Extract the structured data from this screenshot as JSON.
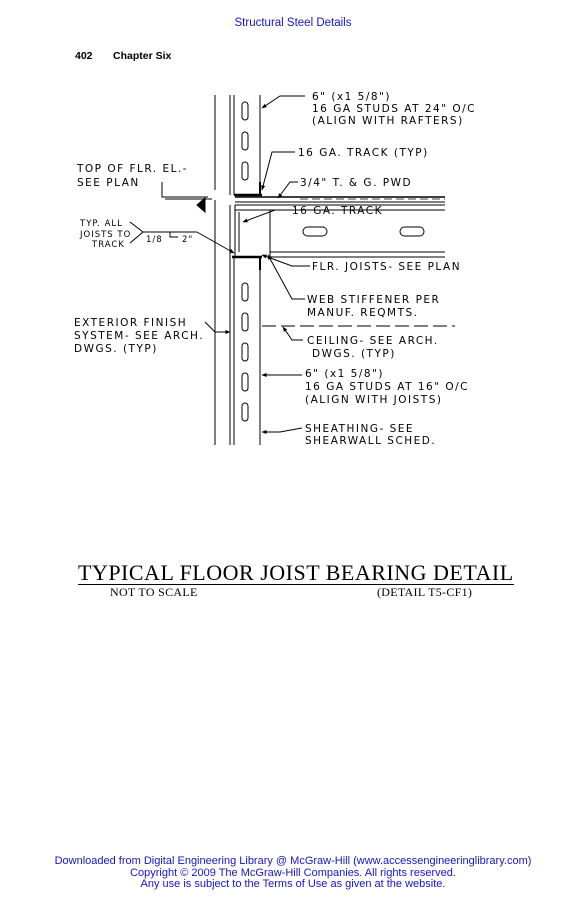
{
  "header": {
    "running_title": "Structural Steel Details",
    "page_number": "402",
    "chapter": "Chapter Six"
  },
  "diagram": {
    "labels": {
      "studs_top_1": "6\" (x1 5/8\")",
      "studs_top_2": "16 GA STUDS AT 24\" O/C",
      "studs_top_3": "(ALIGN WITH RAFTERS)",
      "track_top": "16 GA. TRACK (TYP)",
      "floor_el_1": "TOP OF FLR. EL.-",
      "floor_el_2": "SEE PLAN",
      "plywood": "3/4\" T. & G. PWD",
      "track_mid": "16 GA. TRACK",
      "joists_typ_1": "TYP. ALL",
      "joists_typ_2": "JOISTS TO",
      "joists_typ_3": "TRACK",
      "weld_size": "1/8",
      "weld_len": "2\"",
      "flr_joists": "FLR. JOISTS- SEE PLAN",
      "web_stiff_1": "WEB STIFFENER PER",
      "web_stiff_2": "MANUF. REQMTS.",
      "ext_finish_1": "EXTERIOR FINISH",
      "ext_finish_2": "SYSTEM- SEE ARCH.",
      "ext_finish_3": "DWGS. (TYP)",
      "ceiling_1": "CEILING- SEE ARCH.",
      "ceiling_2": "DWGS. (TYP)",
      "studs_bot_1": "6\" (x1 5/8\")",
      "studs_bot_2": "16 GA STUDS AT 16\" O/C",
      "studs_bot_3": "(ALIGN WITH JOISTS)",
      "sheathing_1": "SHEATHING- SEE",
      "sheathing_2": "SHEARWALL SCHED."
    }
  },
  "caption": {
    "title": "TYPICAL FLOOR JOIST BEARING DETAIL",
    "scale": "NOT TO SCALE",
    "detail_ref": "(DETAIL T5-CF1)"
  },
  "footer": {
    "line1": "Downloaded from Digital Engineering Library @ McGraw-Hill (www.accessengineeringlibrary.com)",
    "line2": "Copyright © 2009 The McGraw-Hill Companies. All rights reserved.",
    "line3": "Any use is subject to the Terms of Use as given at the website."
  }
}
